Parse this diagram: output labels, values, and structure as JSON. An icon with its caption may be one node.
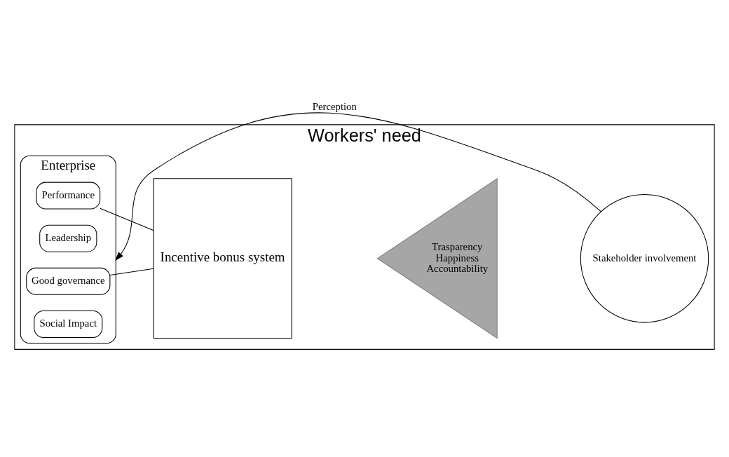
{
  "diagram": {
    "nodes": [
      {
        "text": [
          "Workers' need"
        ]
      },
      {
        "text": [
          "Enterprise"
        ],
        "in": 0
      },
      {
        "text": [
          "Good governance"
        ],
        "in": 1
      },
      {
        "text": [
          "Leadership"
        ],
        "in": 1
      },
      {
        "text": [
          "Performance"
        ],
        "in": 1
      },
      {
        "text": [
          "Social Impact"
        ],
        "in": 1
      },
      {
        "text": [
          "Incentive bonus system"
        ],
        "in": 0
      },
      {
        "text": [
          "Trasparency",
          "Happiness",
          "Accountability"
        ],
        "in": 0
      },
      {
        "text": [
          "Stakeholder involvement"
        ],
        "in": 0
      }
    ],
    "edges": [
      {
        "from": 2,
        "to": 6,
        "arrow": "none"
      },
      {
        "from": 4,
        "to": 6,
        "arrow": "none"
      },
      {
        "from": 8,
        "to": 1,
        "arrow": "to",
        "label": "Perception"
      }
    ]
  }
}
